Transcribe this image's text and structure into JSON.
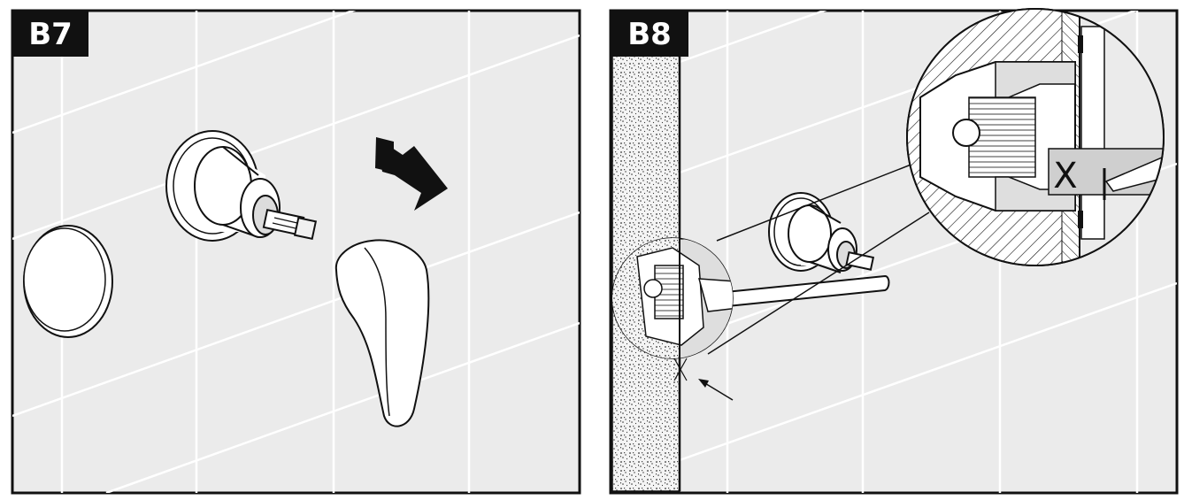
{
  "panels": [
    {
      "id": "b7",
      "label": "B7"
    },
    {
      "id": "b8",
      "label": "B8"
    }
  ],
  "detail_callout": {
    "gap_mark": "X"
  },
  "colors": {
    "background": "#ebebeb",
    "tile_lines": "#ffffff",
    "outline": "#111111",
    "plaster_fill": "#f4f4f4",
    "badge_fill": "#111111",
    "badge_text": "#ffffff",
    "part_fill": "#ffffff",
    "section_fill": "#e2e2e2"
  },
  "icons": {
    "b7_removal_arrow": "bold-arrow-icon",
    "b8_pointer_arrow": "thin-arrow-icon"
  }
}
